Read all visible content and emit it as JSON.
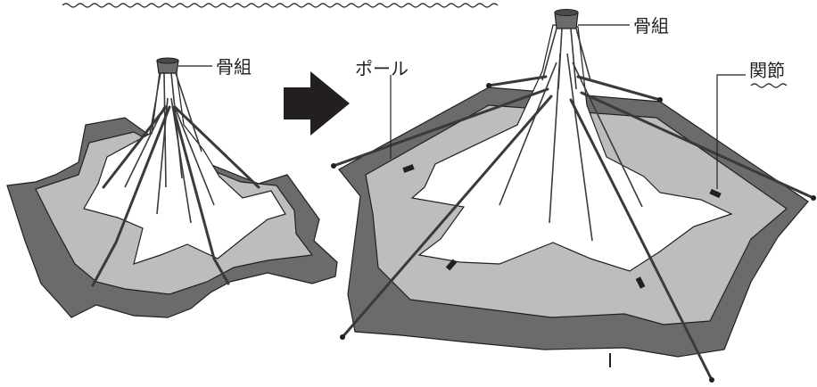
{
  "labels": {
    "frame_left": "骨組",
    "frame_right": "骨組",
    "pole": "ポール",
    "joint": "関節"
  },
  "colors": {
    "dark_fabric": "#6b6b6d",
    "light_fabric": "#bdbdbf",
    "white_fabric": "#ffffff",
    "ink": "#231f20",
    "arrow": "#231f20"
  },
  "icons": {
    "arrow": "right-arrow-icon",
    "wave": "wavy-line-icon"
  }
}
